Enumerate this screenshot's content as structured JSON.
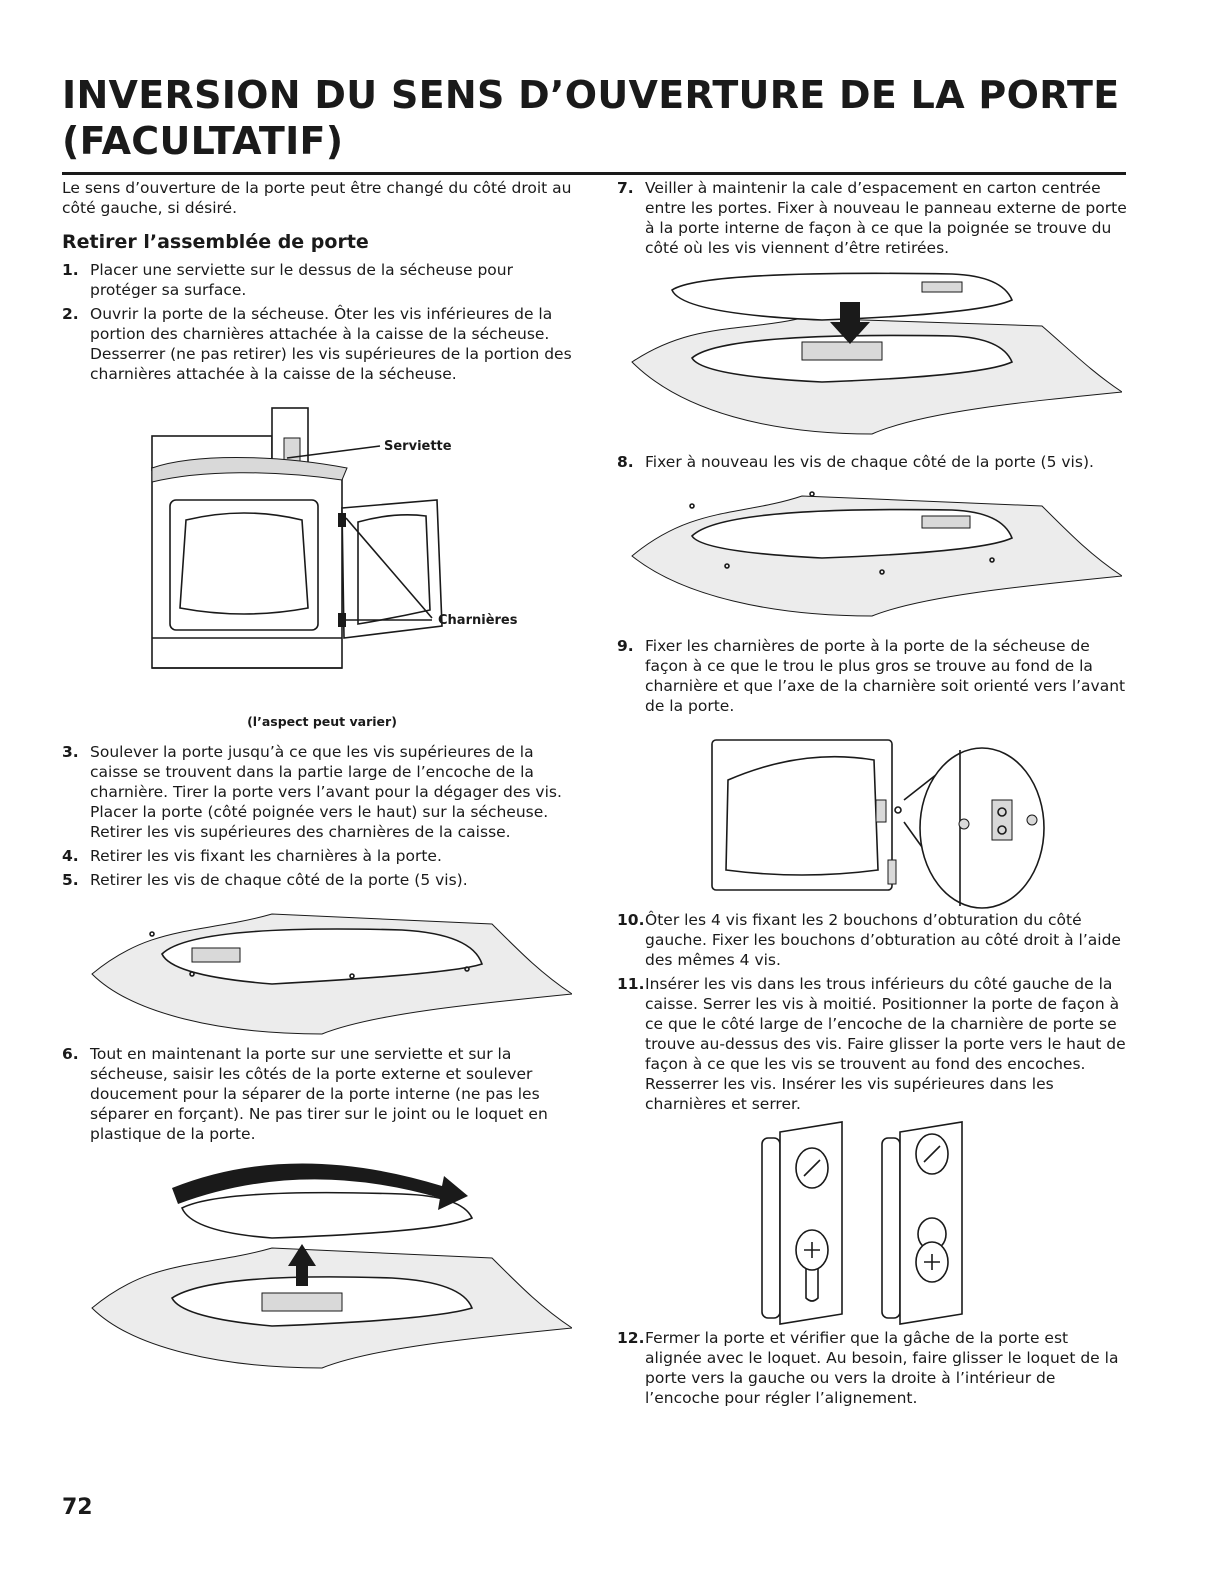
{
  "page": {
    "title": "INVERSION DU SENS D’OUVERTURE DE LA PORTE (FACULTATIF)",
    "intro": "Le sens d’ouverture de la porte peut être changé du côté droit au côté gauche, si désiré.",
    "section_heading": "Retirer l’assemblée de porte",
    "page_number": "72"
  },
  "figure_dryer": {
    "label_towel": "Serviette",
    "label_hinges": "Charnières",
    "caption": "(l’aspect peut varier)"
  },
  "steps": [
    {
      "num": "1.",
      "text": "Placer une serviette sur le dessus de la sécheuse pour protéger sa surface."
    },
    {
      "num": "2.",
      "text": "Ouvrir la porte de la sécheuse. Ôter les vis inférieures de la portion des charnières attachée à la caisse de la sécheuse. Desserrer (ne pas retirer) les vis supérieures de la portion des charnières attachée à la caisse de la sécheuse."
    },
    {
      "num": "3.",
      "text": "Soulever la porte jusqu’à ce que les vis supérieures de la caisse se trouvent dans la partie large de l’encoche de la charnière. Tirer la porte vers l’avant pour la dégager des vis. Placer la porte (côté poignée vers le haut) sur la sécheuse. Retirer les vis supérieures des charnières de la caisse."
    },
    {
      "num": "4.",
      "text": "Retirer les vis fixant les charnières à la porte."
    },
    {
      "num": "5.",
      "text": "Retirer les vis de chaque côté de la porte (5 vis)."
    },
    {
      "num": "6.",
      "text": "Tout en maintenant la porte sur une serviette et sur la sécheuse, saisir les côtés de la porte externe et soulever doucement pour la séparer de la porte interne (ne pas les séparer en forçant). Ne pas tirer sur le joint ou le loquet en plastique de la porte."
    },
    {
      "num": "7.",
      "text": "Veiller à maintenir la cale d’espacement en carton centrée entre les portes. Fixer à nouveau le panneau externe de porte à la porte interne de façon à ce que la poignée se trouve du côté où les vis viennent d’être retirées."
    },
    {
      "num": "8.",
      "text": "Fixer à nouveau les vis de chaque côté de la porte (5 vis)."
    },
    {
      "num": "9.",
      "text": "Fixer les charnières de porte à la porte de la sécheuse de façon à ce que le trou le plus gros se trouve au fond de la charnière et que l’axe de la charnière soit orienté vers l’avant de la porte."
    },
    {
      "num": "10.",
      "text": "Ôter les 4 vis fixant les 2 bouchons d’obturation du côté gauche. Fixer les bouchons d’obturation au côté droit à l’aide des mêmes 4 vis."
    },
    {
      "num": "11.",
      "text": "Insérer les vis dans les trous inférieurs du côté gauche de la caisse. Serrer les vis à moitié. Positionner la porte de façon à ce que le côté large de l’encoche de la charnière de porte se trouve au-dessus des vis. Faire glisser la porte vers le haut de façon à ce que les vis se trouvent au fond des encoches. Resserrer les vis. Insérer les vis supérieures dans les charnières et serrer."
    },
    {
      "num": "12.",
      "text": "Fermer la porte et vérifier que la gâche de la porte est alignée avec le loquet. Au besoin, faire glisser le loquet de la porte vers la gauche ou vers la droite à l’intérieur de l’encoche pour régler l’alignement."
    }
  ]
}
